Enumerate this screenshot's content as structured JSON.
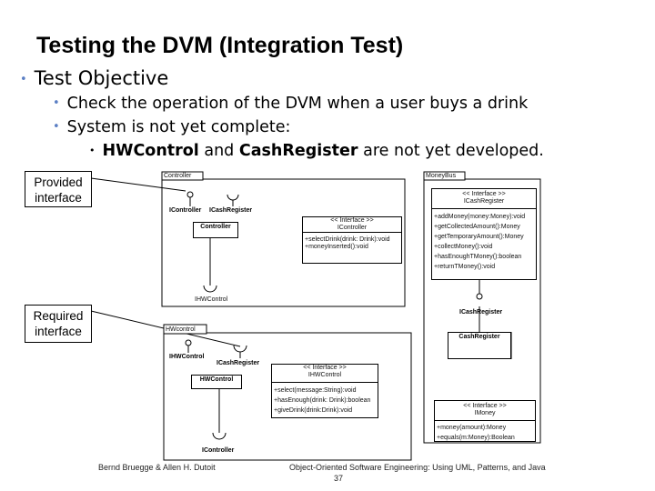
{
  "title": "Testing the DVM (Integration Test)",
  "bullets": {
    "objective": "Test Objective",
    "check": "Check the operation of the DVM when a user buys a drink",
    "system": "System is not yet complete:",
    "hw_bold": "HWControl",
    "and": " and ",
    "cash_bold": "CashRegister",
    "rest": " are not yet developed."
  },
  "callouts": {
    "provided": [
      "Provided",
      "interface"
    ],
    "required": [
      "Required",
      "interface"
    ]
  },
  "diagram": {
    "controller_pkg": "Controller",
    "icontroller_lbl": "IController",
    "icashregister_lbl": "ICashRegister",
    "controller_class": "Controller",
    "ihwcontrol_lbl": "IHWControl",
    "icontroller_stereo": "<< Interface >>",
    "icontroller_name": "IController",
    "icontroller_ops": [
      "+selectDrink(drink: Drink):void",
      "+moneyInserted():void"
    ],
    "moneybus_pkg": "MoneyBus",
    "icashreg_stereo": "<< Interface >>",
    "icashreg_name": "ICashRegister",
    "icashreg_ops": [
      "+addMoney(money:Money):void",
      "+getCollectedAmount():Money",
      "+getTemporaryAmount():Money",
      "+collectMoney():void",
      "+hasEnoughTMoney():boolean",
      "+returnTMoney():void"
    ],
    "icashregister_lbl2": "ICashRegister",
    "cashregister_class": "CashRegister",
    "hwcontrol_pkg": "HWcontrol",
    "ihwcontrol_lbl2": "IHWControl",
    "icashregister_lbl3": "ICashRegister",
    "hwcontrol_class": "HWControl",
    "ihwcontrol_stereo": "<< Interface >>",
    "ihwcontrol_name": "IHWControl",
    "ihwcontrol_ops": [
      "+select(message:String):void",
      "+hasEnough(drink: Drink):boolean",
      "+giveDrink(drink:Drink):void"
    ],
    "icontroller_lbl2": "IController",
    "imoney_stereo": "<< Interface >>",
    "imoney_name": "IMoney",
    "imoney_ops": [
      "+money(amount):Money",
      "+equals(m:Money):Boolean"
    ]
  },
  "footer": {
    "left": "Bernd Bruegge & Allen H. Dutoit",
    "right": "Object-Oriented Software Engineering: Using UML, Patterns, and Java",
    "page": "37"
  }
}
